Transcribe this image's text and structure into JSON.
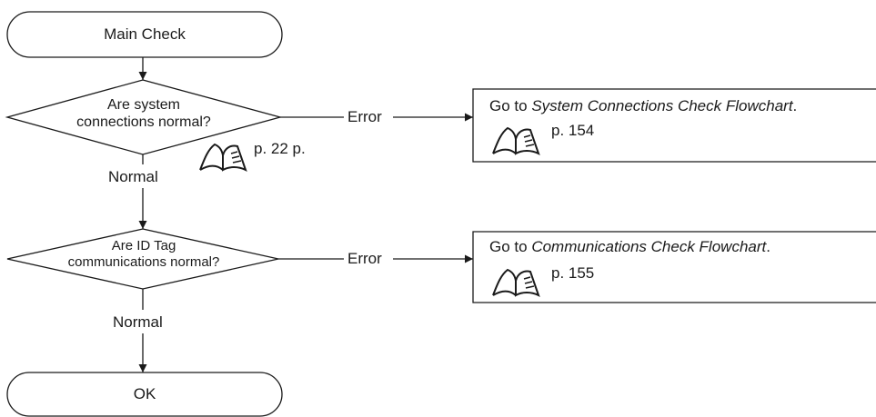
{
  "flow": {
    "start_label": "Main Check",
    "end_label": "OK",
    "decision1": {
      "line1": "Are system",
      "line2": "connections normal?",
      "ref": "p. 22 p."
    },
    "decision2": {
      "line1": "Are ID Tag",
      "line2": "communications normal?"
    },
    "normal_label_1": "Normal",
    "normal_label_2": "Normal",
    "error_label_1": "Error",
    "error_label_2": "Error",
    "box1": {
      "prefix": "Go to ",
      "link": "System Connections Check Flowchart",
      "suffix": ".",
      "ref": "p. 154"
    },
    "box2": {
      "prefix": "Go to ",
      "link": "Communications Check Flowchart",
      "suffix": ".",
      "ref": "p. 155"
    }
  },
  "icons": {
    "reference": "open-book-icon"
  },
  "colors": {
    "line": "#1a1a1a",
    "background": "#ffffff"
  }
}
